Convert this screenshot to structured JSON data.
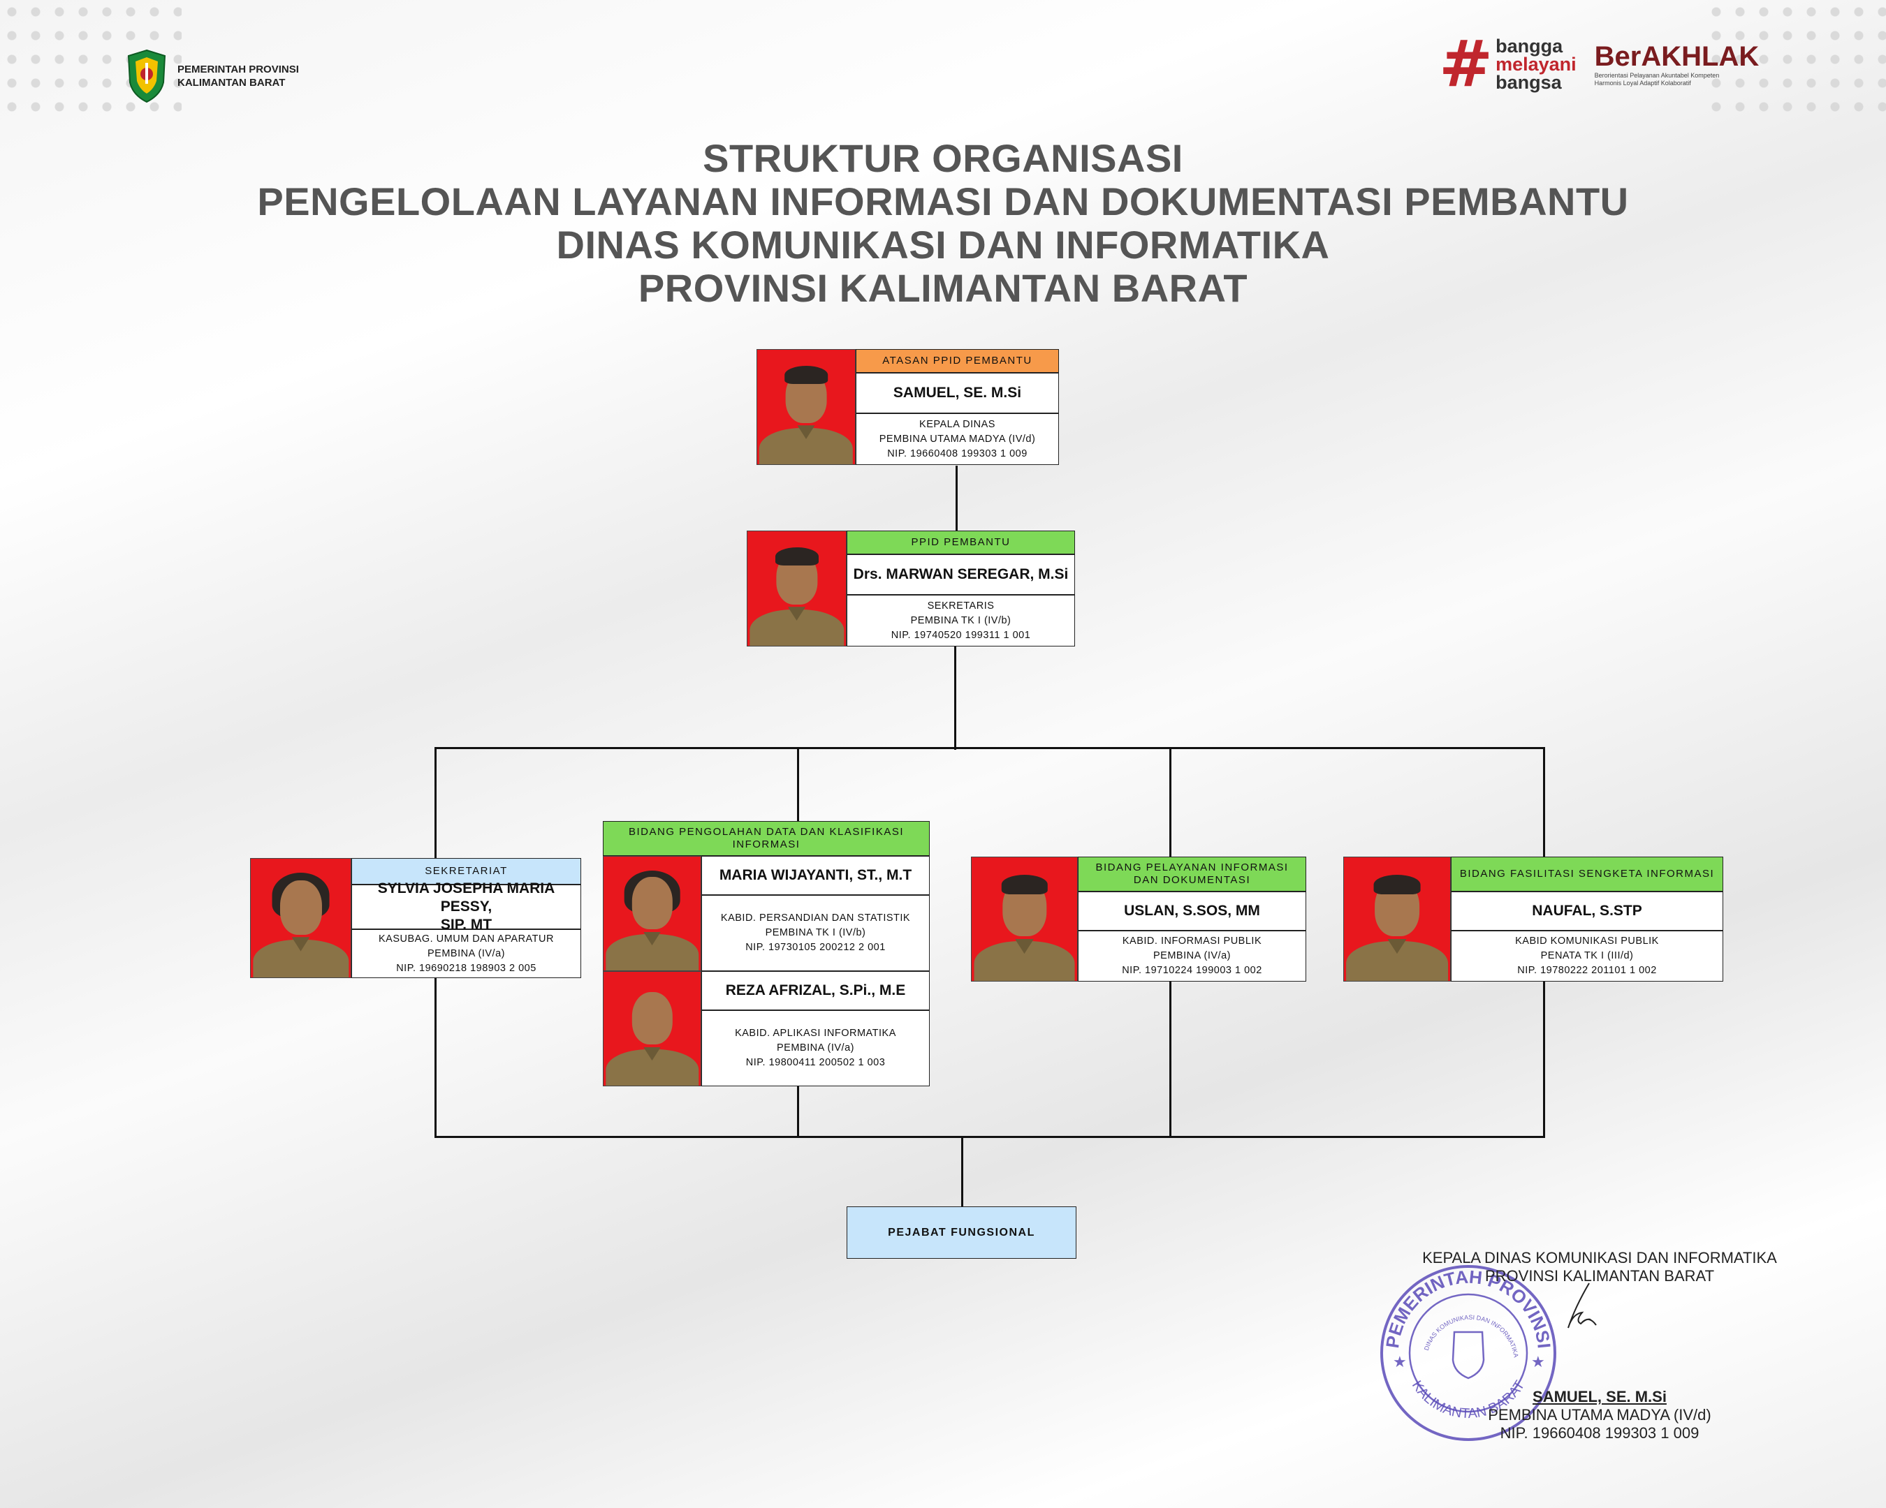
{
  "header": {
    "gov_logo_line1": "PEMERINTAH PROVINSI",
    "gov_logo_line2": "KALIMANTAN BARAT",
    "bangga_line1": "bangga",
    "bangga_line2": "melayani",
    "bangga_line3": "bangsa",
    "berakhlak_title": "BerAKHLAK",
    "berakhlak_sub_line1": "Berorientasi Pelayanan Akuntabel Kompeten",
    "berakhlak_sub_line2": "Harmonis Loyal Adaptif Kolaboratif"
  },
  "title": {
    "line1": "STRUKTUR ORGANISASI",
    "line2": "PENGELOLAAN LAYANAN INFORMASI DAN DOKUMENTASI PEMBANTU",
    "line3": "DINAS KOMUNIKASI DAN INFORMATIKA",
    "line4": "PROVINSI KALIMANTAN BARAT"
  },
  "colors": {
    "orange": "#f79a4a",
    "green": "#7ed957",
    "blue": "#c7e5fb",
    "photo_bg": "#e8171d",
    "title": "#555555"
  },
  "nodes": {
    "atasan": {
      "header": "ATASAN PPID PEMBANTU",
      "name": "SAMUEL, SE. M.Si",
      "line1": "KEPALA DINAS",
      "line2": "PEMBINA UTAMA MADYA (IV/d)",
      "line3": "NIP. 19660408 199303 1 009"
    },
    "ppid": {
      "header": "PPID PEMBANTU",
      "name": "Drs. MARWAN SEREGAR, M.Si",
      "line1": "SEKRETARIS",
      "line2": "PEMBINA TK I (IV/b)",
      "line3": "NIP. 19740520 199311 1 001"
    },
    "sekretariat": {
      "header": "SEKRETARIAT",
      "name_line1": "SYLVIA JOSEPHA MARIA PESSY,",
      "name_line2": "SIP, MT",
      "line1": "KASUBAG. UMUM DAN APARATUR",
      "line2": "PEMBINA (IV/a)",
      "line3": "NIP. 19690218 198903 2 005"
    },
    "pengolahan": {
      "header_line1": "BIDANG PENGOLAHAN DATA DAN KLASIFIKASI",
      "header_line2": "INFORMASI",
      "member1": {
        "name": "MARIA WIJAYANTI, ST., M.T",
        "line1": "KABID. PERSANDIAN DAN STATISTIK",
        "line2": "PEMBINA TK I (IV/b)",
        "line3": "NIP. 19730105 200212 2 001"
      },
      "member2": {
        "name": "REZA AFRIZAL, S.Pi., M.E",
        "line1": "KABID. APLIKASI INFORMATIKA",
        "line2": "PEMBINA (IV/a)",
        "line3": "NIP. 19800411 200502 1 003"
      }
    },
    "pelayanan": {
      "header_line1": "BIDANG PELAYANAN INFORMASI",
      "header_line2": "DAN DOKUMENTASI",
      "name": "USLAN, S.SOS, MM",
      "line1": "KABID. INFORMASI PUBLIK",
      "line2": "PEMBINA (IV/a)",
      "line3": "NIP. 19710224 199003 1 002"
    },
    "fasilitasi": {
      "header": "BIDANG FASILITASI SENGKETA INFORMASI",
      "name": "NAUFAL, S.STP",
      "line1": "KABID KOMUNIKASI PUBLIK",
      "line2": "PENATA TK I (III/d)",
      "line3": "NIP. 19780222 201101 1 002"
    },
    "fungsional": {
      "label": "PEJABAT FUNGSIONAL"
    }
  },
  "signature": {
    "line1": "KEPALA DINAS KOMUNIKASI DAN INFORMATIKA",
    "line2": "PROVINSI KALIMANTAN BARAT",
    "name": "SAMUEL, SE. M.Si",
    "rank": "PEMBINA UTAMA MADYA (IV/d)",
    "nip": "NIP. 19660408 199303 1 009",
    "stamp_text_top": "PEMERINTAH PROVINSI",
    "stamp_text_bottom": "KALIMANTAN BARAT",
    "stamp_text_inner": "DINAS KOMUNIKASI DAN INFORMATIKA"
  }
}
